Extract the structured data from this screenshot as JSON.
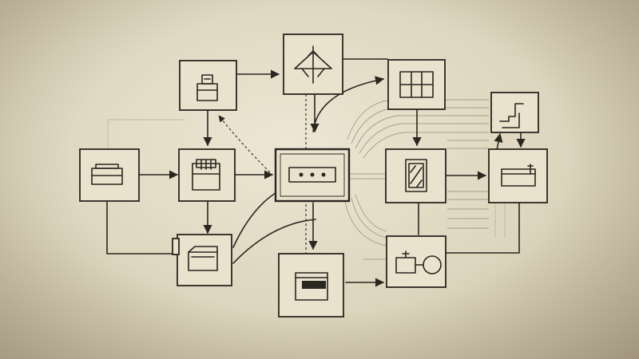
{
  "diagram": {
    "nodes": [
      {
        "id": "lock-device",
        "icon": "lock-device-icon"
      },
      {
        "id": "antenna",
        "icon": "antenna-icon"
      },
      {
        "id": "grid-panel",
        "icon": "grid-panel-icon"
      },
      {
        "id": "stepped-module",
        "icon": "stepped-module-icon"
      },
      {
        "id": "drawer-unit",
        "icon": "drawer-icon"
      },
      {
        "id": "cabinet",
        "icon": "cabinet-icon"
      },
      {
        "id": "central-hub",
        "icon": "hub-icon"
      },
      {
        "id": "memory-chip",
        "icon": "chip-icon"
      },
      {
        "id": "tray-unit",
        "icon": "tray-icon"
      },
      {
        "id": "folder-unit",
        "icon": "folder-icon"
      },
      {
        "id": "display-unit",
        "icon": "display-icon"
      },
      {
        "id": "camera-unit",
        "icon": "camera-icon"
      }
    ],
    "colors": {
      "ink": "#2a2620",
      "paper": "#e6dfc9"
    }
  }
}
